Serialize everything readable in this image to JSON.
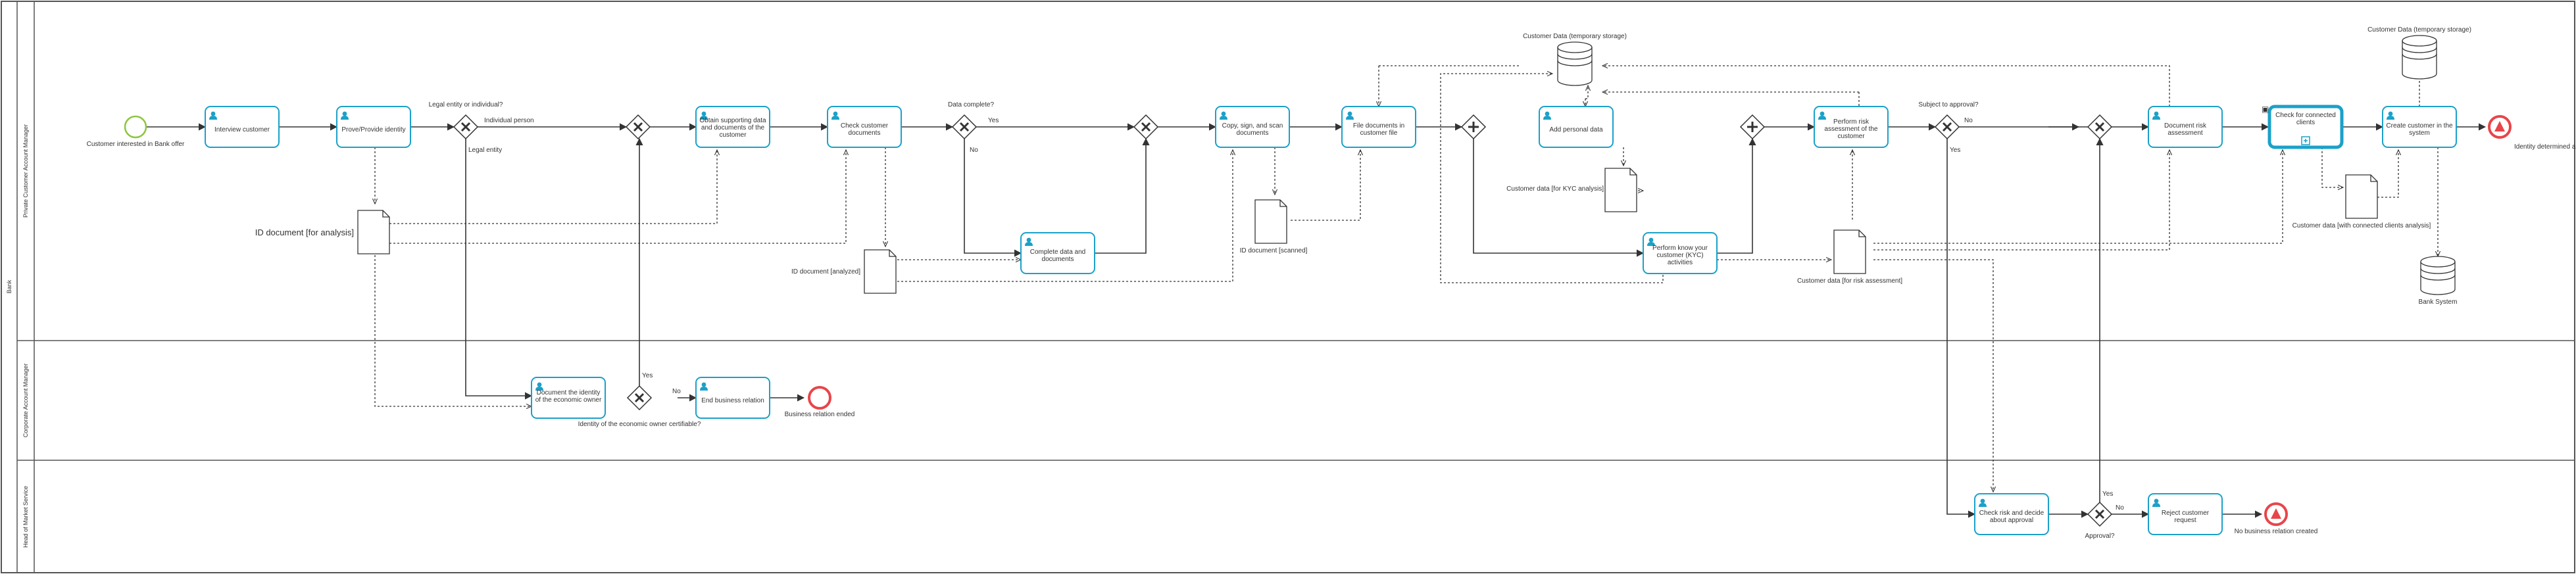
{
  "pool": {
    "name": "Bank"
  },
  "lanes": [
    {
      "id": "pcam",
      "name": "Private Customer Account Manager"
    },
    {
      "id": "ccam",
      "name": "Corporate Account Manager"
    },
    {
      "id": "homs",
      "name": "Head of Market Service"
    }
  ],
  "tasks": [
    {
      "id": "t_interview",
      "label": "Interview customer"
    },
    {
      "id": "t_prove",
      "label": "Prove/Provide identity"
    },
    {
      "id": "t_obtain",
      "label": "Obtain supporting data and documents of the customer"
    },
    {
      "id": "t_check_docs",
      "label": "Check customer documents"
    },
    {
      "id": "t_complete",
      "label": "Complete data and documents"
    },
    {
      "id": "t_copy",
      "label": "Copy, sign, and scan documents"
    },
    {
      "id": "t_file",
      "label": "File documents in customer file"
    },
    {
      "id": "t_add_personal",
      "label": "Add personal data"
    },
    {
      "id": "t_kyc",
      "label": "Perform know your customer (KYC) activities"
    },
    {
      "id": "t_risk",
      "label": "Perform risk assessment of the customer"
    },
    {
      "id": "t_doc_risk",
      "label": "Document risk assessment"
    },
    {
      "id": "t_connected",
      "label": "Check for connected clients"
    },
    {
      "id": "t_create",
      "label": "Create customer in the system"
    },
    {
      "id": "t_doc_owner",
      "label": "Document the identity of the economic owner"
    },
    {
      "id": "t_end_rel",
      "label": "End business relation"
    },
    {
      "id": "t_check_risk",
      "label": "Check risk and decide about approval"
    },
    {
      "id": "t_reject",
      "label": "Reject customer request"
    }
  ],
  "gateways": [
    {
      "id": "g_legal",
      "label": "Legal entity or individual?"
    },
    {
      "id": "g_merge1",
      "label": ""
    },
    {
      "id": "g_data",
      "label": "Data complete?"
    },
    {
      "id": "g_merge2",
      "label": ""
    },
    {
      "id": "g_par_split",
      "label": ""
    },
    {
      "id": "g_par_join",
      "label": ""
    },
    {
      "id": "g_subject",
      "label": "Subject to approval?"
    },
    {
      "id": "g_merge3",
      "label": ""
    },
    {
      "id": "g_certifiable",
      "label": "Identity of the economic owner certifiable?"
    },
    {
      "id": "g_approval",
      "label": "Approval?"
    }
  ],
  "events": [
    {
      "id": "e_start",
      "label": "Customer interested in Bank offer"
    },
    {
      "id": "e_end_created",
      "label": "Identity determined and new customer created"
    },
    {
      "id": "e_end_relation",
      "label": "Business relation ended"
    },
    {
      "id": "e_end_none",
      "label": "No business relation created"
    }
  ],
  "documents": [
    {
      "id": "d_id_analysis",
      "label": "ID document [for analysis]"
    },
    {
      "id": "d_id_analyzed",
      "label": "ID document [analyzed]"
    },
    {
      "id": "d_id_scanned",
      "label": "ID document [scanned]"
    },
    {
      "id": "d_kyc",
      "label": "Customer data [for KYC analysis]"
    },
    {
      "id": "d_risk",
      "label": "Customer data [for risk assessment]"
    },
    {
      "id": "d_connected",
      "label": "Customer data [with connected clients analysis]"
    }
  ],
  "stores": [
    {
      "id": "s_temp1",
      "label": "Customer Data (temporary storage)"
    },
    {
      "id": "s_temp2",
      "label": "Customer Data (temporary storage)"
    },
    {
      "id": "s_bank",
      "label": "Bank System"
    }
  ],
  "flow_labels": [
    {
      "id": "f_individual",
      "label": "Individual person"
    },
    {
      "id": "f_legal",
      "label": "Legal entity"
    },
    {
      "id": "f_yes_data",
      "label": "Yes"
    },
    {
      "id": "f_no_data",
      "label": "No"
    },
    {
      "id": "f_no_subject",
      "label": "No"
    },
    {
      "id": "f_yes_subject",
      "label": "Yes"
    },
    {
      "id": "f_yes_cert",
      "label": "Yes"
    },
    {
      "id": "f_no_cert",
      "label": "No"
    },
    {
      "id": "f_yes_approval",
      "label": "Yes"
    },
    {
      "id": "f_no_approval",
      "label": "No"
    }
  ],
  "colors": {
    "task_border": "#1ba1c9",
    "task_fill": "#ffffff",
    "task_icon": "#1ba1c9",
    "start_event": "#8cc63f",
    "end_event": "#e8454a",
    "lane_border": "#555555",
    "flow": "#333333"
  }
}
